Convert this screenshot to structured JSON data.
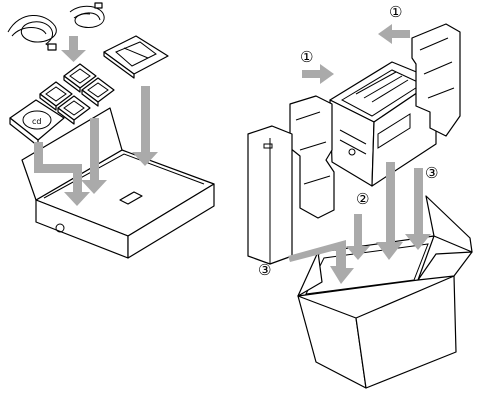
{
  "step_labels": {
    "remove_left": "①",
    "remove_right": "①",
    "into_box_center": "②",
    "into_box_right": "③",
    "into_box_left": "③"
  },
  "colors": {
    "arrow": "#aaaaaa",
    "line": "#000000",
    "background": "#ffffff"
  }
}
